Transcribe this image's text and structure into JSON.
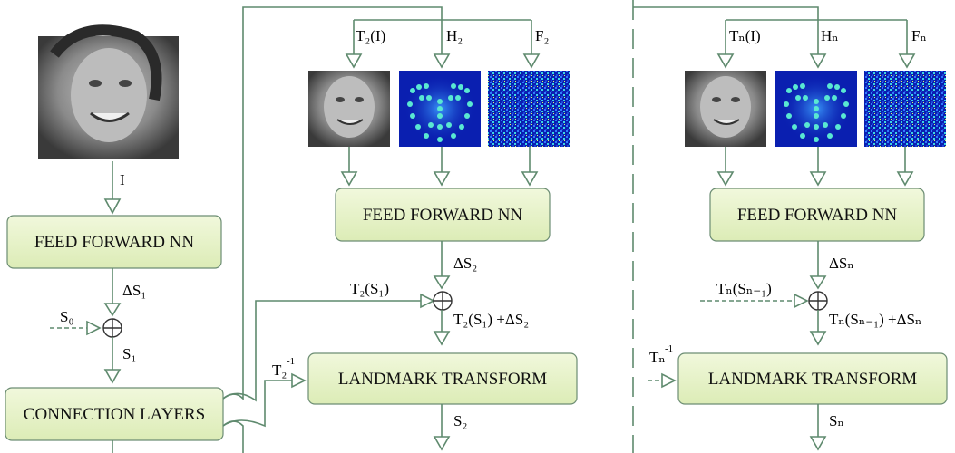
{
  "colors": {
    "line": "#5f8a6e",
    "box_top": "#f1f8dc",
    "box_bottom": "#dcecb6",
    "heatmap_bg": "#0a1fb0",
    "heatmap_dot": "#59e8d2"
  },
  "stage1": {
    "input_label": "I",
    "ffnn_label": "FEED FORWARD NN",
    "delta_label": "ΔS₁",
    "s0_label": "S₀",
    "s1_label": "S₁",
    "connection_label": "CONNECTION LAYERS"
  },
  "stage2": {
    "t_input_label": "T₂(I)",
    "h_label": "H₂",
    "f_label": "F₂",
    "ffnn_label": "FEED FORWARD NN",
    "delta_label": "ΔS₂",
    "prev_label": "T₂(S₁)",
    "sum_label": "T₂(S₁) +ΔS₂",
    "tinv_label": "T₂",
    "tinv_sup": "-1",
    "landmark_label": "LANDMARK TRANSFORM",
    "s_label": "S₂"
  },
  "stageN": {
    "t_input_label": "Tₙ(I)",
    "h_label": "Hₙ",
    "f_label": "Fₙ",
    "ffnn_label": "FEED FORWARD NN",
    "delta_label": "ΔSₙ",
    "prev_label": "Tₙ(Sₙ₋₁)",
    "sum_label": "Tₙ(Sₙ₋₁) +ΔSₙ",
    "tinv_label": "Tₙ",
    "tinv_sup": "-1",
    "landmark_label": "LANDMARK TRANSFORM",
    "s_label": "Sₙ"
  },
  "icons": {
    "oplus": "circled-plus-icon",
    "face": "face-photo-icon",
    "heatmap": "landmark-heatmap-icon",
    "feature": "feature-map-icon"
  }
}
